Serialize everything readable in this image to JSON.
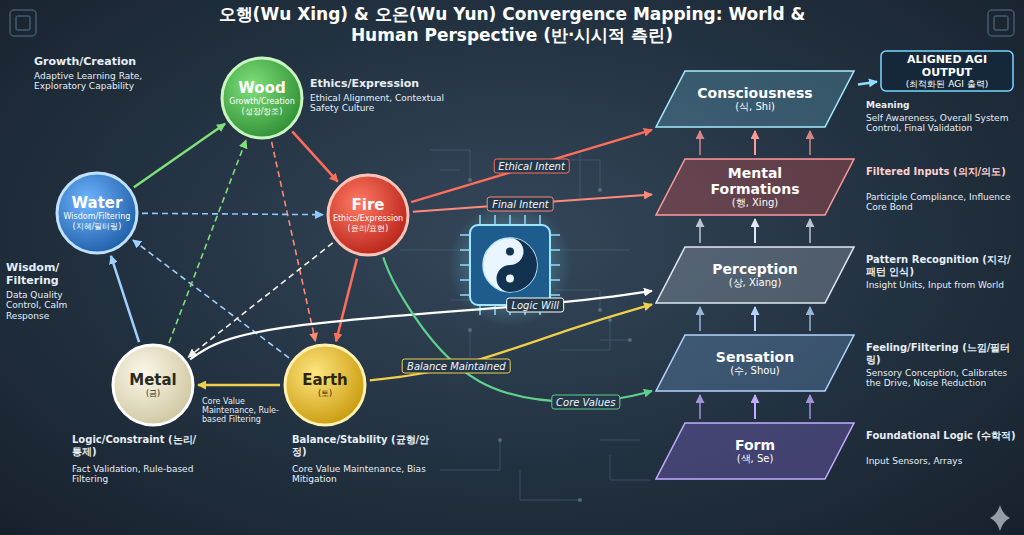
{
  "diagram": {
    "title": "오행(Wu Xing) & 오온(Wu Yun) Convergence Mapping: World & Human Perspective (반·시시적 측린)",
    "nodes": [
      {
        "text": [
          "Wood",
          "Growth/Creation (성장/창조)"
        ]
      },
      {
        "text": [
          "Water",
          "Wisdom/Filtering (지혜/필터링)"
        ]
      },
      {
        "text": [
          "Fire",
          "Ethics/Expression (윤리/표현)"
        ]
      },
      {
        "text": [
          "Metal",
          "(금)"
        ]
      },
      {
        "text": [
          "Earth",
          "(토)"
        ]
      },
      {
        "text": [
          "Consciousness",
          "(식, Shi)"
        ]
      },
      {
        "text": [
          "ALIGNED AGI OUTPUT",
          "(최적화된 AGI 출력)"
        ]
      },
      {
        "text": [
          "Mental Formations",
          "(행, Xing)"
        ]
      },
      {
        "text": [
          "Perception",
          "(상, Xiang)"
        ]
      },
      {
        "text": [
          "Sensation",
          "(수, Shou)"
        ]
      },
      {
        "text": [
          "Form",
          "(색, Se)"
        ]
      }
    ],
    "edges": [
      {
        "from": 0,
        "to": 2,
        "arrow": "to"
      },
      {
        "from": 2,
        "to": 4,
        "arrow": "to"
      },
      {
        "from": 4,
        "to": 3,
        "arrow": "to"
      },
      {
        "from": 3,
        "to": 1,
        "arrow": "to"
      },
      {
        "from": 1,
        "to": 0,
        "arrow": "to"
      },
      {
        "from": 0,
        "to": 4,
        "arrow": "to"
      },
      {
        "from": 4,
        "to": 1,
        "arrow": "to"
      },
      {
        "from": 1,
        "to": 2,
        "arrow": "to"
      },
      {
        "from": 2,
        "to": 3,
        "arrow": "to"
      },
      {
        "from": 3,
        "to": 0,
        "arrow": "to"
      },
      {
        "from": 2,
        "to": 5,
        "label": "Ethical Intent",
        "arrow": "to"
      },
      {
        "from": 2,
        "to": 7,
        "label": "Final Intent",
        "arrow": "to"
      },
      {
        "from": 3,
        "to": 8,
        "label": "Logic Will",
        "arrow": "to"
      },
      {
        "from": 4,
        "to": 8,
        "label": "Balance Maintained",
        "arrow": "to"
      },
      {
        "from": 2,
        "to": 9,
        "label": "Core Values",
        "arrow": "to"
      },
      {
        "from": 5,
        "to": 6,
        "arrow": "to"
      },
      {
        "from": 10,
        "to": 9,
        "arrow": "to"
      },
      {
        "from": 9,
        "to": 8,
        "arrow": "to"
      },
      {
        "from": 8,
        "to": 7,
        "arrow": "to"
      },
      {
        "from": 7,
        "to": 5,
        "arrow": "to"
      }
    ],
    "labels": [
      "Growth/Creation",
      "Adaptive Learning Rate, Exploratory Capability",
      "Ethics/Expression",
      "Ethical Alignment, Contextual Safety Culture",
      "Wisdom/ Filtering",
      "Data Quality Control, Calm Response",
      "Logic/Constraint (논리/통제)",
      "Fact Validation, Rule-based Filtering",
      "Core Value Maintenance, Rule-based Filtering",
      "Balance/Stability (균형/안정)",
      "Core Value Maintenance, Bias Mitigation",
      "Meaning",
      "Self Awareness, Overall System Control, Final Validation",
      "Filtered Inputs (의지/의도)",
      "Participle Compliance, Influence Core Bond",
      "Pattern Recognition (지각/패턴 인식)",
      "Insight Units, Input from World",
      "Feeling/Filtering (느낌/필터링)",
      "Sensory Conception, Calibrates the Drive, Noise Reduction",
      "Foundational Logic (수학적)",
      "Input Sensors, Arrays"
    ]
  }
}
